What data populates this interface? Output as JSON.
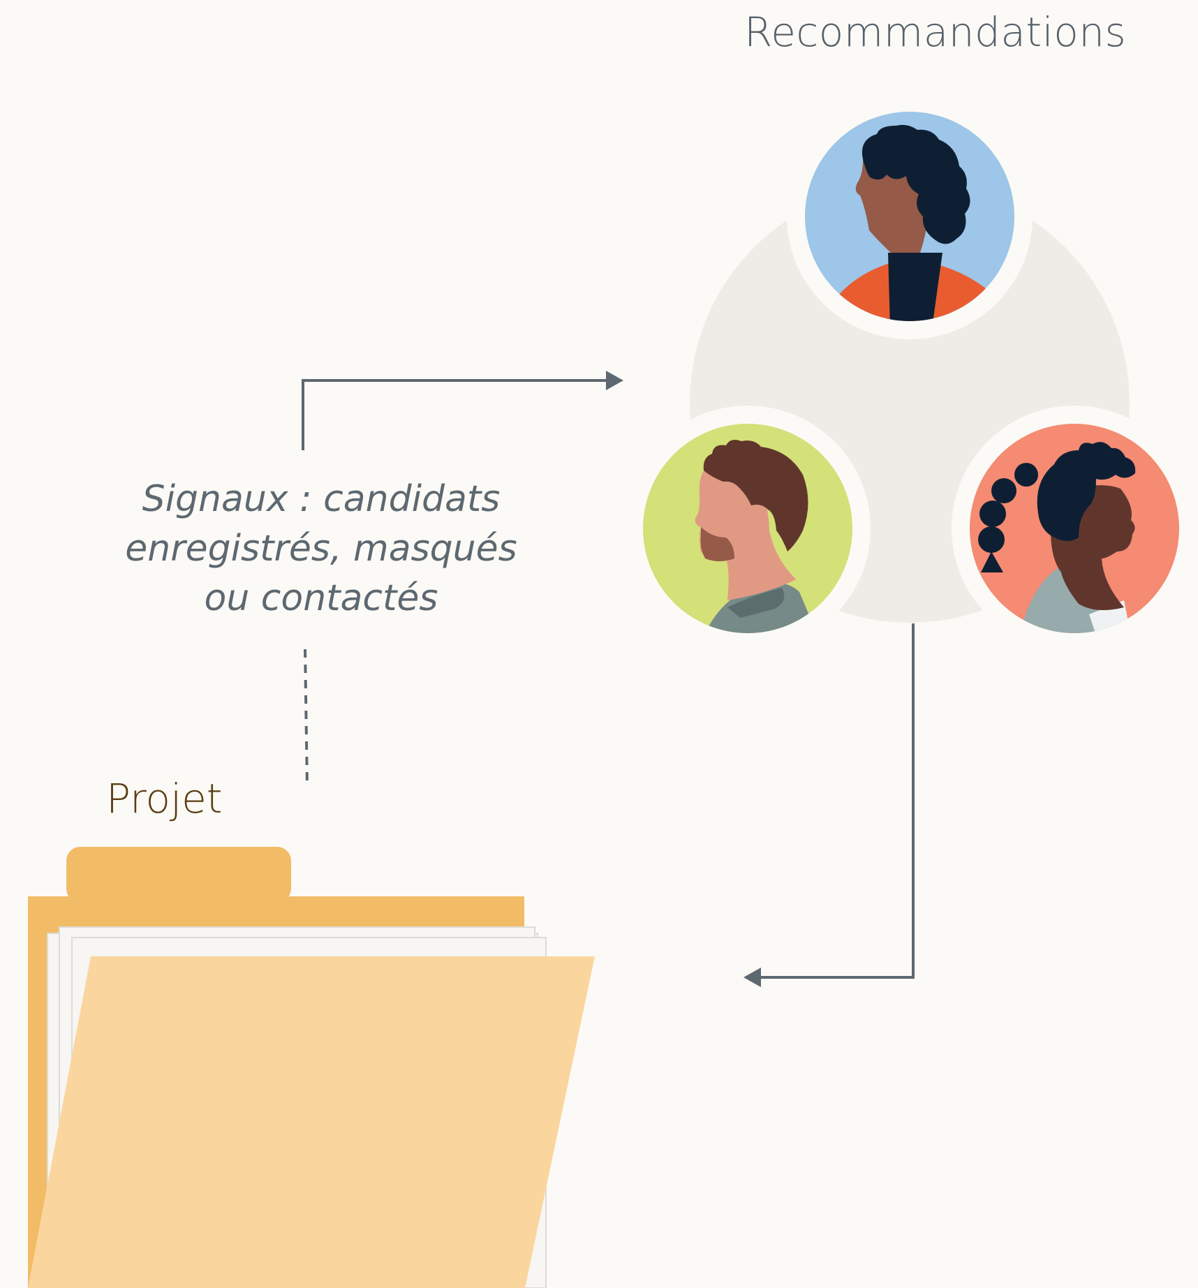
{
  "recommendations": {
    "title": "Recommandations"
  },
  "signals": {
    "caption": "Signaux : candidats enregistrés, masqués ou contactés"
  },
  "project": {
    "title": "Projet"
  },
  "colors": {
    "background": "#fcfaf6",
    "connector": "#5d6870",
    "hub": "#efece7",
    "avatar_blue": "#9dc6e8",
    "avatar_green": "#d4e078",
    "avatar_coral": "#f48b72",
    "folder_back": "#f2bb66",
    "folder_front": "#fbd59e"
  },
  "avatars": [
    {
      "name": "candidate-1",
      "background": "avatar_blue"
    },
    {
      "name": "candidate-2",
      "background": "avatar_green"
    },
    {
      "name": "candidate-3",
      "background": "avatar_coral"
    }
  ]
}
